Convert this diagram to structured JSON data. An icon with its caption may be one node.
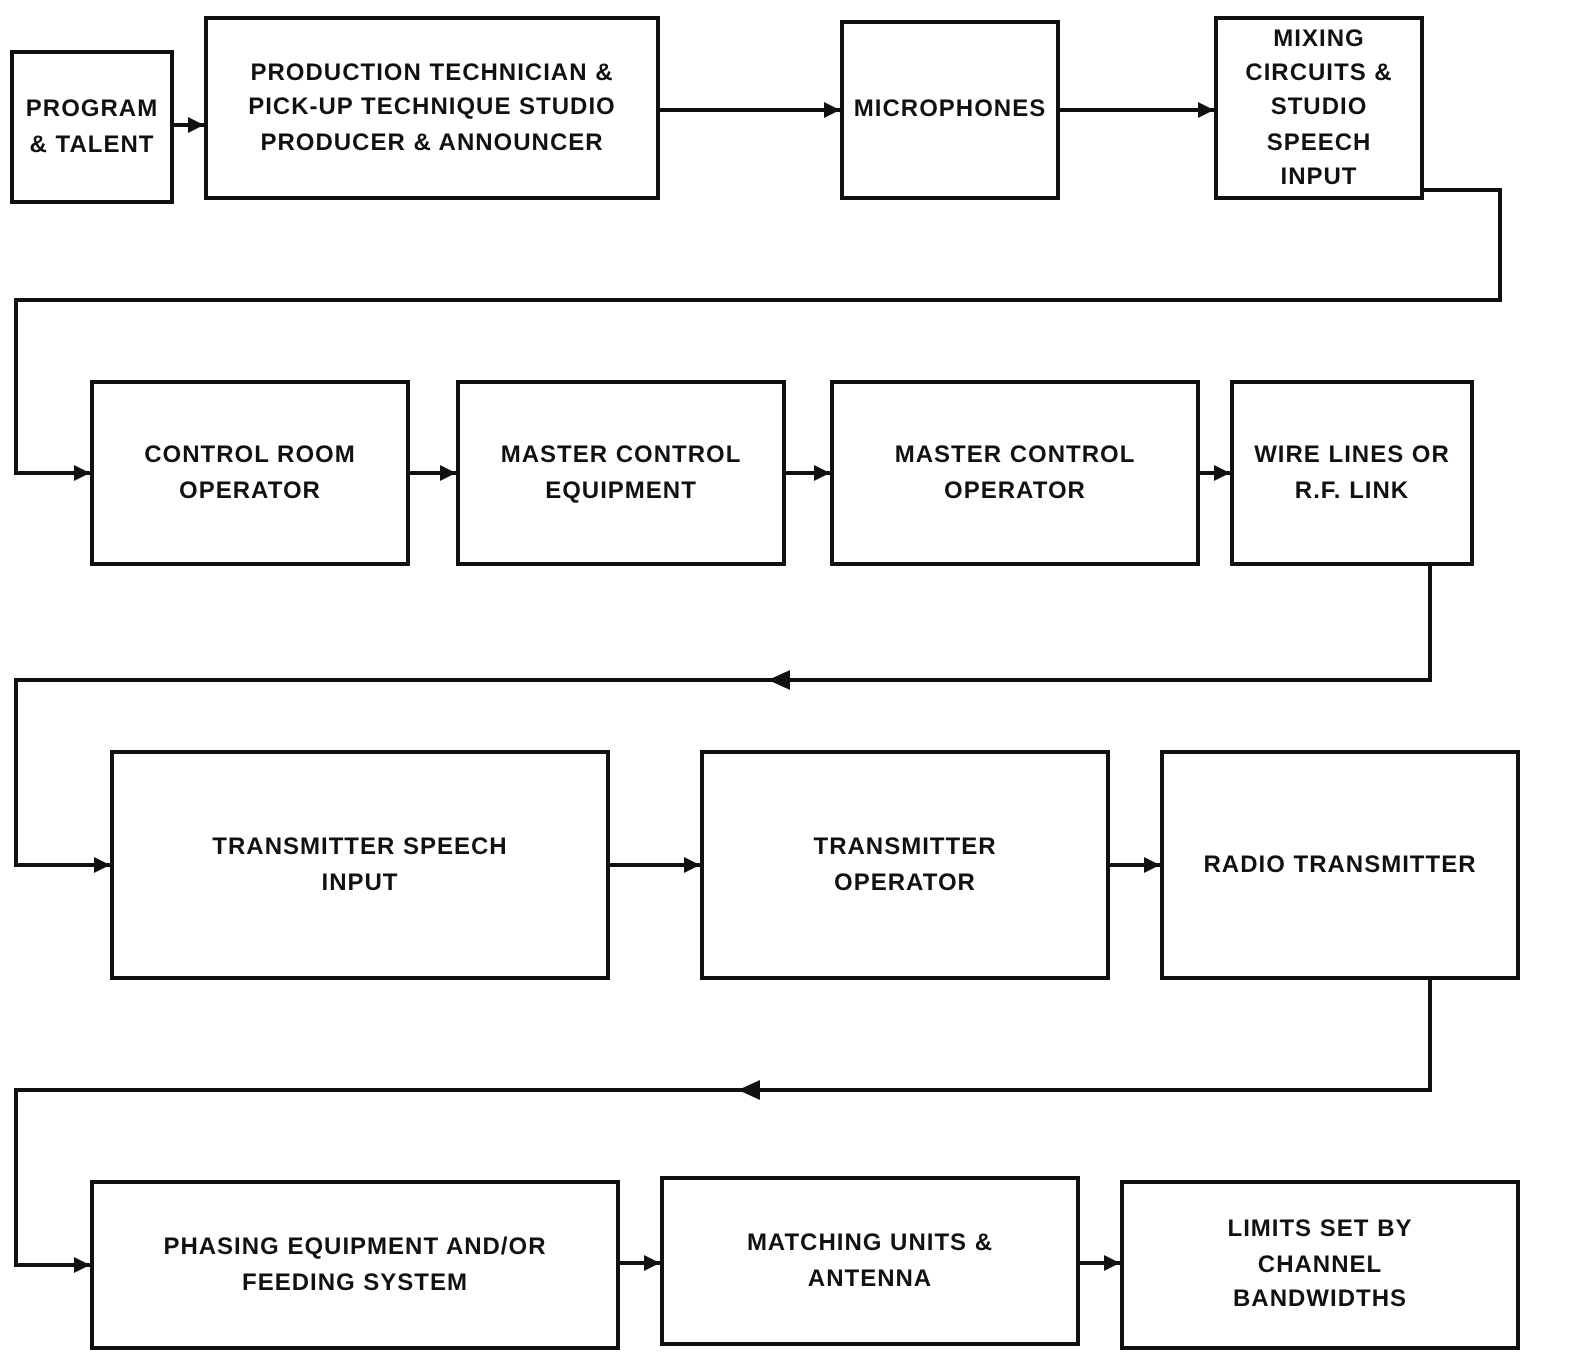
{
  "diagram": {
    "nodes": [
      {
        "text": [
          "PROGRAM & TALENT"
        ]
      },
      {
        "text": [
          "PRODUCTION TECHNICIAN & PICK-UP TECHNIQUE STUDIO PRODUCER & ANNOUNCER"
        ]
      },
      {
        "text": [
          "MICROPHONES"
        ]
      },
      {
        "text": [
          "MIXING CIRCUITS & STUDIO SPEECH INPUT"
        ]
      },
      {
        "text": [
          "CONTROL ROOM OPERATOR"
        ]
      },
      {
        "text": [
          "MASTER CONTROL EQUIPMENT"
        ]
      },
      {
        "text": [
          "MASTER CONTROL OPERATOR"
        ]
      },
      {
        "text": [
          "WIRE LINES OR R.F. LINK"
        ]
      },
      {
        "text": [
          "TRANSMITTER SPEECH INPUT"
        ]
      },
      {
        "text": [
          "TRANSMITTER OPERATOR"
        ]
      },
      {
        "text": [
          "RADIO TRANSMITTER"
        ]
      },
      {
        "text": [
          "PHASING EQUIPMENT AND/OR FEEDING SYSTEM"
        ]
      },
      {
        "text": [
          "MATCHING UNITS & ANTENNA"
        ]
      },
      {
        "text": [
          "LIMITS SET BY CHANNEL BANDWIDTHS"
        ]
      }
    ],
    "edges": [
      {
        "from": 0,
        "to": 1,
        "arrow": "to"
      },
      {
        "from": 1,
        "to": 2,
        "arrow": "to"
      },
      {
        "from": 2,
        "to": 3,
        "arrow": "to"
      },
      {
        "from": 3,
        "to": 4,
        "arrow": "to"
      },
      {
        "from": 4,
        "to": 5,
        "arrow": "to"
      },
      {
        "from": 5,
        "to": 6,
        "arrow": "to"
      },
      {
        "from": 6,
        "to": 7,
        "arrow": "to"
      },
      {
        "from": 7,
        "to": 8,
        "arrow": "to"
      },
      {
        "from": 8,
        "to": 9,
        "arrow": "to"
      },
      {
        "from": 9,
        "to": 10,
        "arrow": "to"
      },
      {
        "from": 10,
        "to": 11,
        "arrow": "to"
      },
      {
        "from": 11,
        "to": 12,
        "arrow": "to"
      },
      {
        "from": 12,
        "to": 13,
        "arrow": "to"
      }
    ]
  }
}
